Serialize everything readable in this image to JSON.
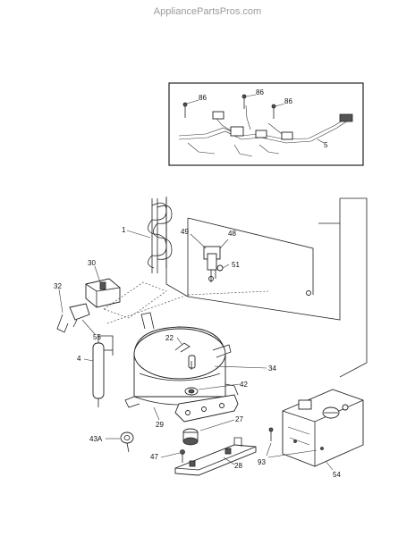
{
  "watermark": "AppliancePartsPros.com",
  "callouts": {
    "c86a": "86",
    "c86b": "86",
    "c86c": "86",
    "c5": "5",
    "c1": "1",
    "c49": "49",
    "c48": "48",
    "c51": "51",
    "c30": "30",
    "c32": "32",
    "c55": "55",
    "c22": "22",
    "c4": "4",
    "c34": "34",
    "c42": "42",
    "c29": "29",
    "c27": "27",
    "c43a": "43A",
    "c47": "47",
    "c28": "28",
    "c93": "93",
    "c54": "54"
  }
}
